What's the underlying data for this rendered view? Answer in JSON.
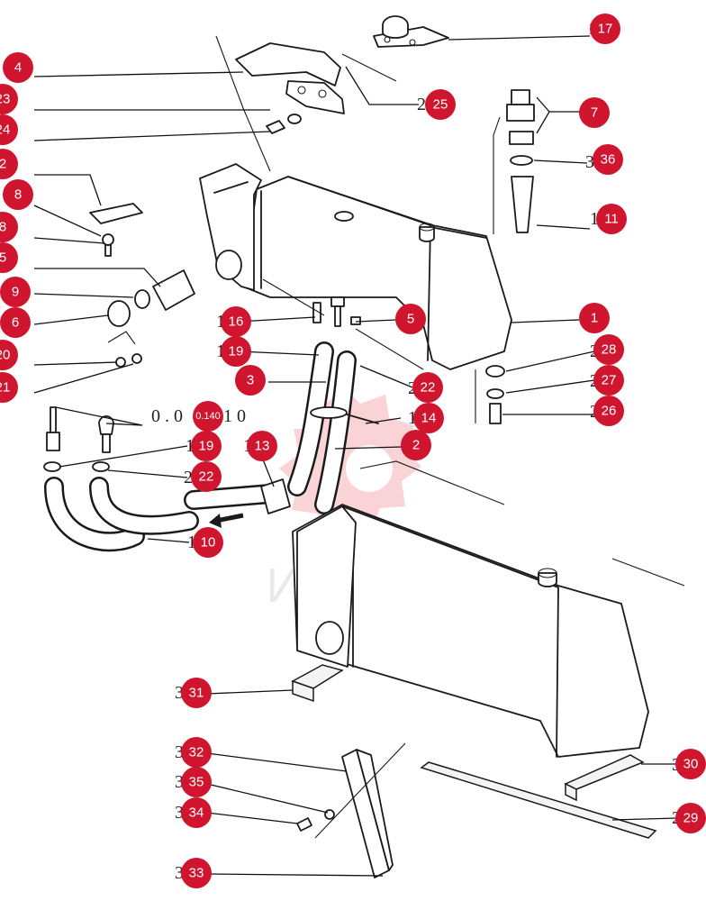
{
  "watermark": {
    "text": "ИНТЕХ",
    "color": "#e83a4a"
  },
  "badge_color": "#d0152e",
  "callouts": [
    {
      "label": "17"
    },
    {
      "label": "4"
    },
    {
      "label": "25"
    },
    {
      "label": "23"
    },
    {
      "label": "24"
    },
    {
      "label": "7"
    },
    {
      "label": "36"
    },
    {
      "label": "2"
    },
    {
      "label": "8"
    },
    {
      "label": "11"
    },
    {
      "label": "8"
    },
    {
      "label": "5"
    },
    {
      "label": "9"
    },
    {
      "label": "6"
    },
    {
      "label": "16"
    },
    {
      "label": "5"
    },
    {
      "label": "1"
    },
    {
      "label": "19"
    },
    {
      "label": "20"
    },
    {
      "label": "28"
    },
    {
      "label": "21"
    },
    {
      "label": "3"
    },
    {
      "label": "22"
    },
    {
      "label": "27"
    },
    {
      "label": "0.140"
    },
    {
      "label": "14"
    },
    {
      "label": "26"
    },
    {
      "label": "19"
    },
    {
      "label": "13"
    },
    {
      "label": "2"
    },
    {
      "label": "22"
    },
    {
      "label": "10"
    },
    {
      "label": "31"
    },
    {
      "label": "32"
    },
    {
      "label": "30"
    },
    {
      "label": "35"
    },
    {
      "label": "34"
    },
    {
      "label": "29"
    },
    {
      "label": "33"
    }
  ],
  "stubs": [
    {
      "text": "1"
    },
    {
      "text": "2"
    },
    {
      "text": "3"
    },
    {
      "text": "1"
    },
    {
      "text": "1"
    },
    {
      "text": "2"
    },
    {
      "text": "2"
    },
    {
      "text": "2"
    },
    {
      "text": "2"
    },
    {
      "text": "0 . 0"
    },
    {
      "text": "1 0"
    },
    {
      "text": "1"
    },
    {
      "text": "1"
    },
    {
      "text": "2"
    },
    {
      "text": "1"
    },
    {
      "text": "1"
    },
    {
      "text": "1"
    },
    {
      "text": "1"
    },
    {
      "text": "3"
    },
    {
      "text": "3"
    },
    {
      "text": "3"
    },
    {
      "text": "3"
    },
    {
      "text": "3"
    },
    {
      "text": "2"
    },
    {
      "text": "3"
    }
  ]
}
